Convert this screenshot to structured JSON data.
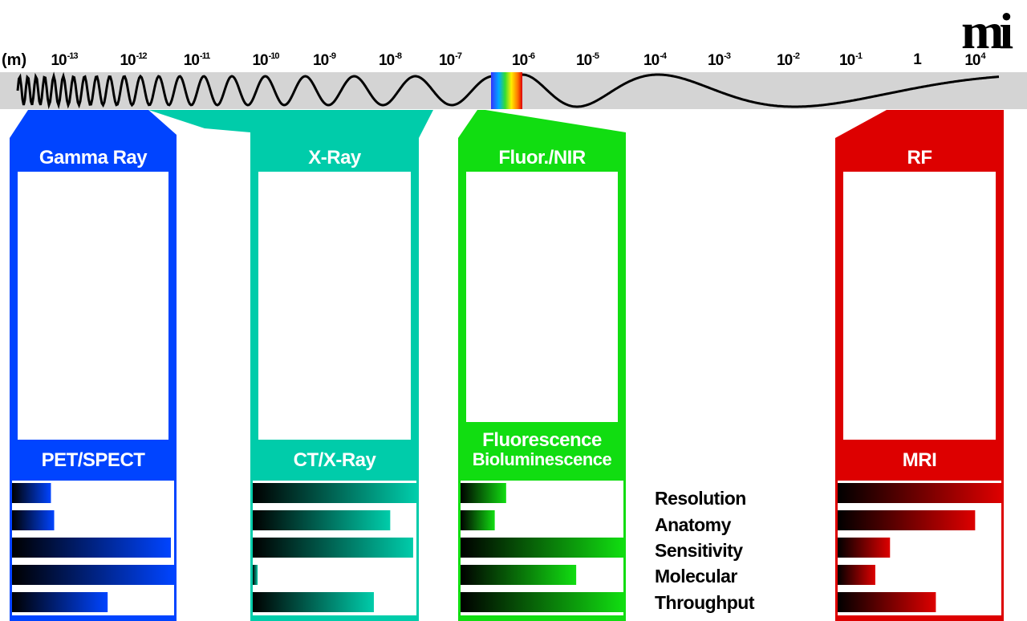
{
  "unit_label": "(m)",
  "logo": "mi",
  "wavelength_ticks": [
    {
      "base": "10",
      "exp": "-13"
    },
    {
      "base": "10",
      "exp": "-12"
    },
    {
      "base": "10",
      "exp": "-11"
    },
    {
      "base": "10",
      "exp": "-10"
    },
    {
      "base": "10",
      "exp": "-9"
    },
    {
      "base": "10",
      "exp": "-8"
    },
    {
      "base": "10",
      "exp": "-7"
    },
    {
      "base": "10",
      "exp": "-6"
    },
    {
      "base": "10",
      "exp": "-5"
    },
    {
      "base": "10",
      "exp": "-4"
    },
    {
      "base": "10",
      "exp": "-3"
    },
    {
      "base": "10",
      "exp": "-2"
    },
    {
      "base": "10",
      "exp": "-1"
    },
    {
      "base": "1",
      "exp": ""
    },
    {
      "base": "10",
      "exp": "4"
    }
  ],
  "metrics": [
    "Resolution",
    "Anatomy",
    "Sensitivity",
    "Molecular",
    "Throughput"
  ],
  "modalities": [
    {
      "band": "Gamma Ray",
      "technique": "PET/SPECT",
      "color": "#0044ff",
      "scores": [
        0.24,
        0.26,
        0.98,
        1.0,
        0.59
      ]
    },
    {
      "band": "X-Ray",
      "technique": "CT/X-Ray",
      "color": "#00ccaa",
      "scores": [
        1.0,
        0.84,
        0.98,
        0.03,
        0.74
      ]
    },
    {
      "band": "Fluor./NIR",
      "technique_lines": [
        "Fluorescence",
        "Bioluminescence"
      ],
      "color": "#11dd11",
      "scores": [
        0.28,
        0.21,
        1.0,
        0.71,
        1.0
      ]
    },
    {
      "band": "RF",
      "technique": "MRI",
      "color": "#dd0000",
      "scores": [
        1.0,
        0.84,
        0.32,
        0.23,
        0.6
      ]
    }
  ]
}
